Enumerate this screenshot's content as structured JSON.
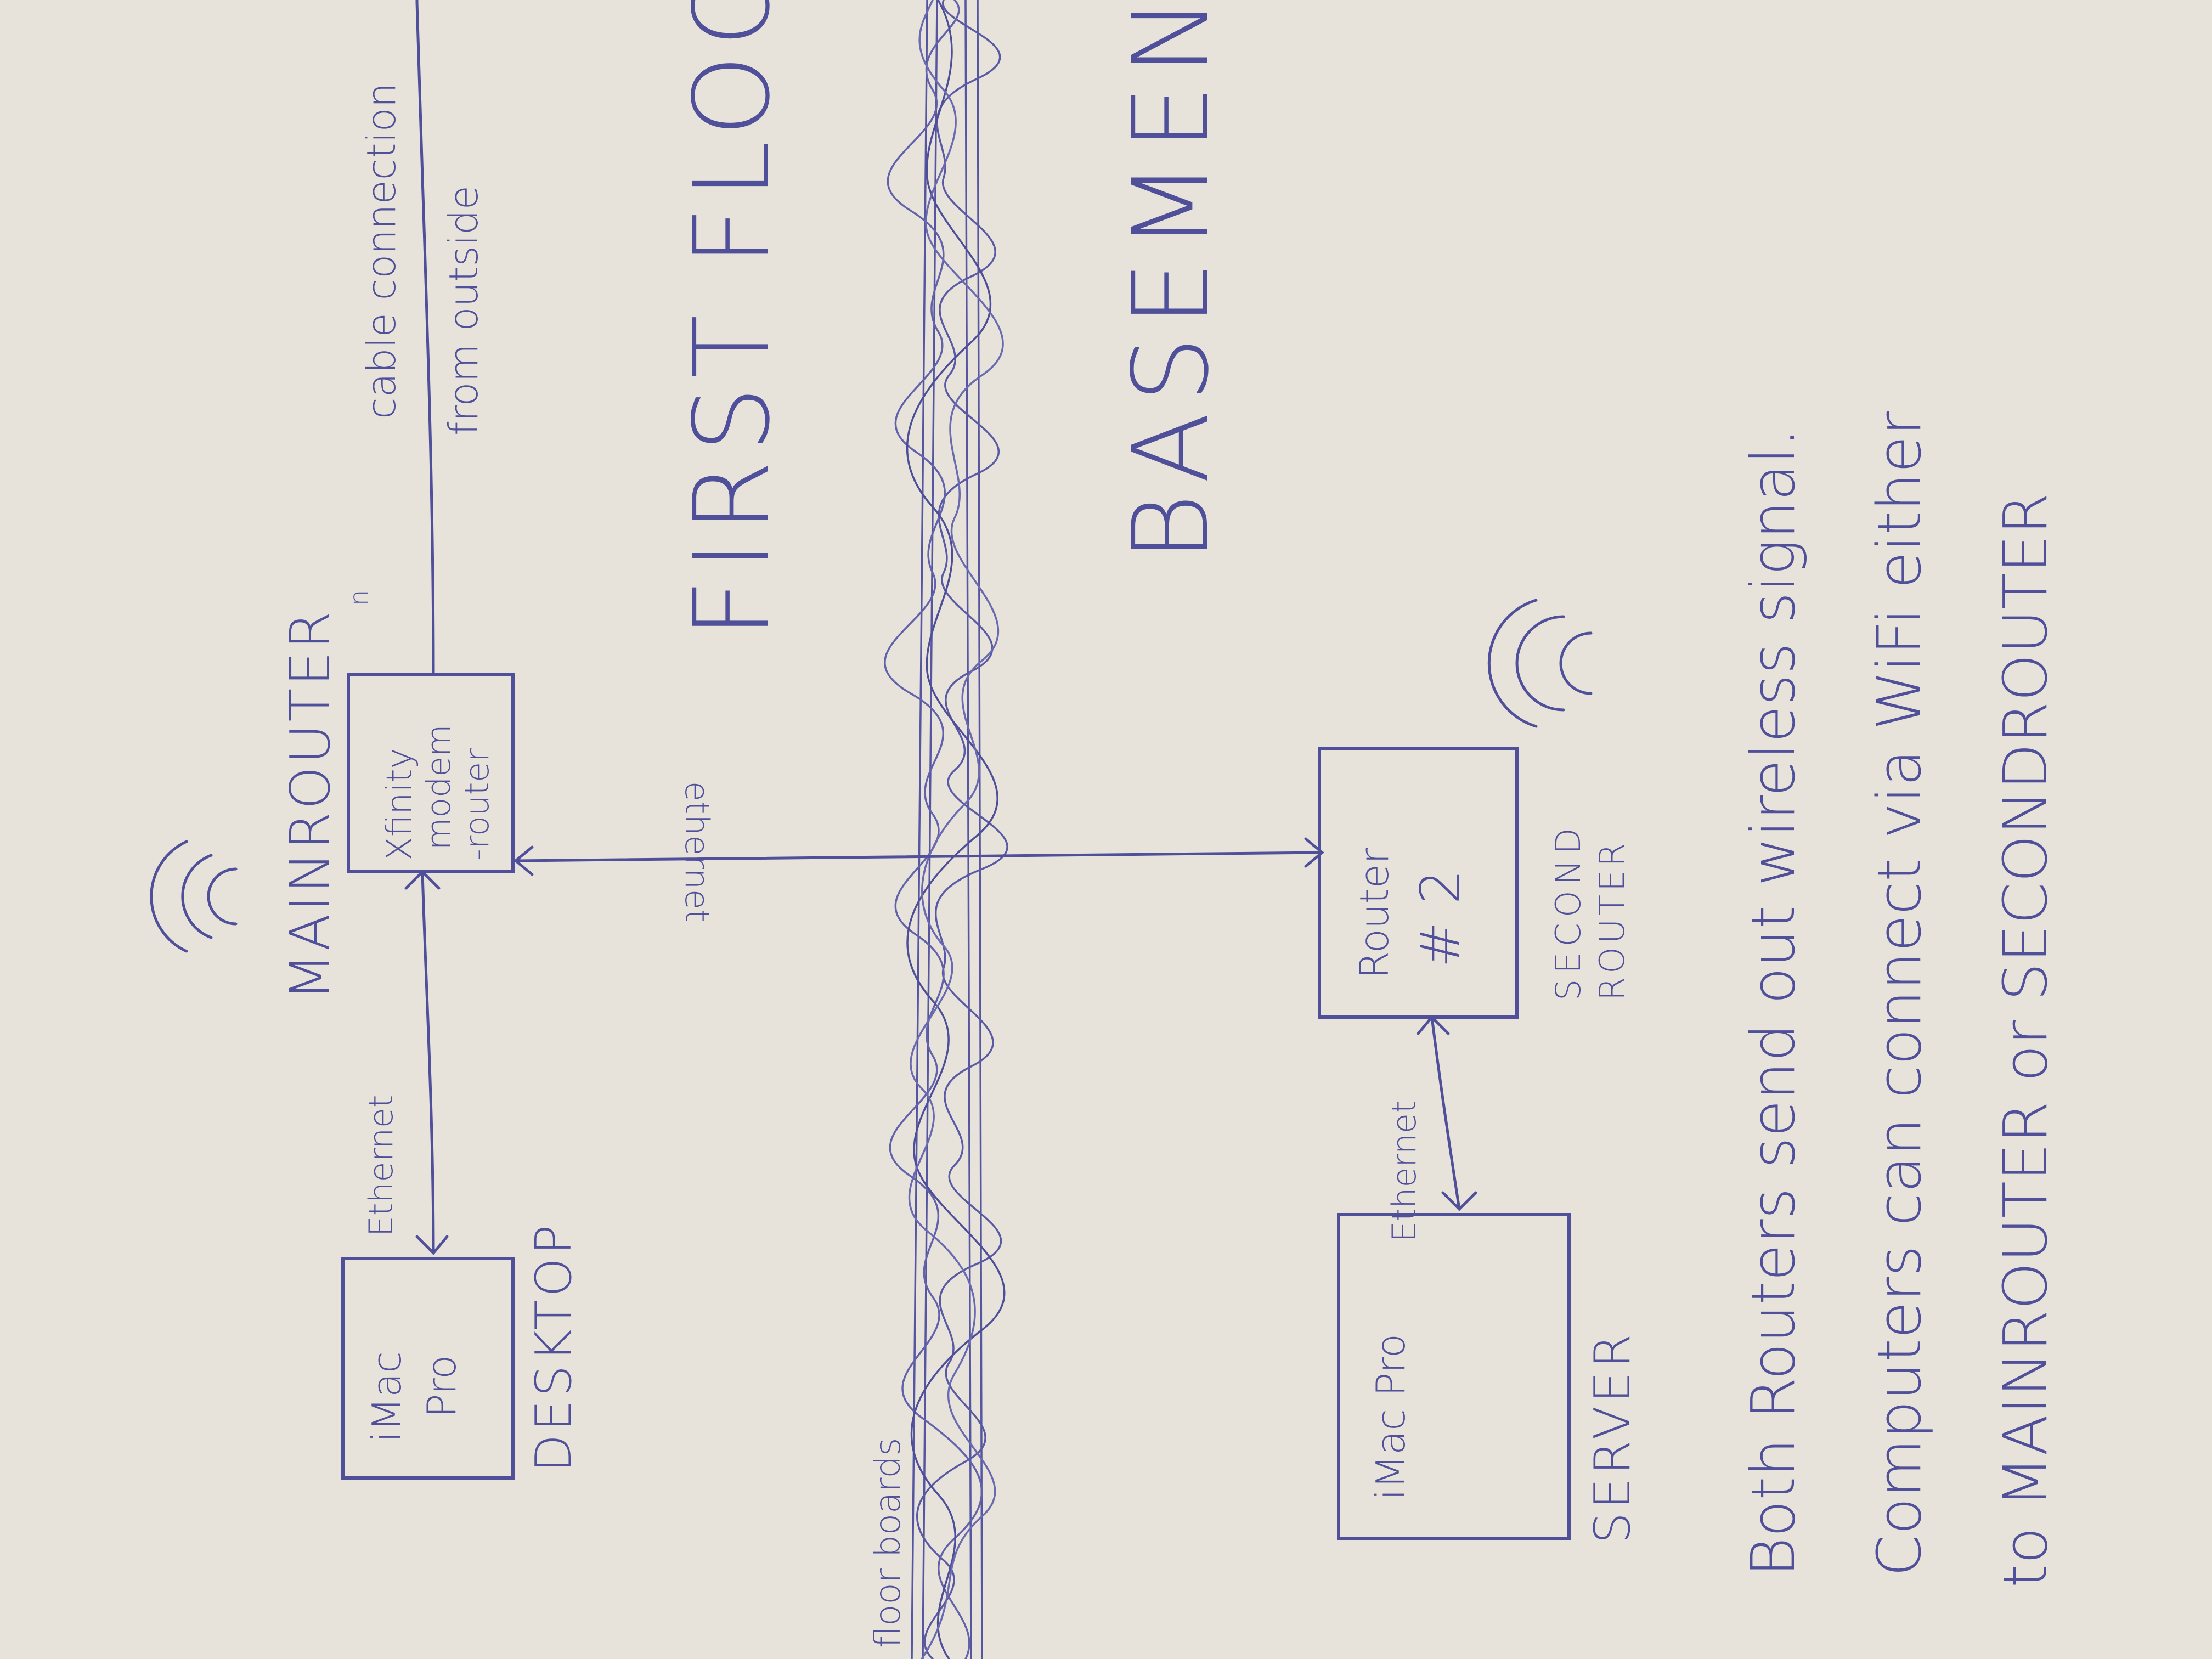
{
  "colors": {
    "paper": "#e7e3db",
    "ink": "#4f4f9a",
    "background": "#4a4846"
  },
  "labels": {
    "cable_connection": "cable connection",
    "from_outside": "from outside",
    "first_floor": "FIRST FLOOR",
    "basement": "BASEMENT",
    "main_router_title": "MAINROUTER",
    "main_router_line1": "Xfinity",
    "main_router_line2": "modem",
    "main_router_line3": "-router",
    "desktop_line1": "iMac",
    "desktop_line2": "Pro",
    "desktop_title": "DESKTOP",
    "server_line1": "iMac Pro",
    "server_title": "SERVER",
    "router2_line1": "Router",
    "router2_line2": "# 2",
    "second_router_line1": "SECOND",
    "second_router_line2": "ROUTER",
    "ethernet_top": "Ethernet",
    "ethernet_bottom": "Ethernet",
    "ethernet_vertical": "ethernet",
    "floor_boards": "floor boards",
    "stray_mark": "n"
  },
  "note": {
    "line1": "Both Routers send out wireless signal.",
    "line2": "Computers can connect via WiFi either",
    "line3": "to MAINROUTER or SECONDROUTER"
  }
}
